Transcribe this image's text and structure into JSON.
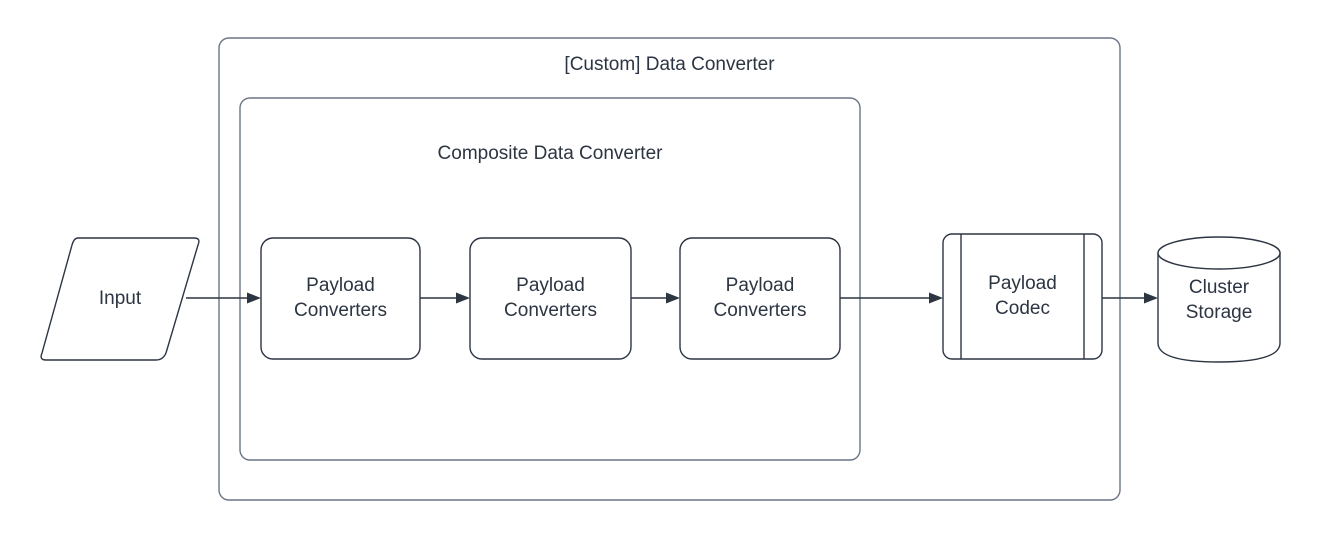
{
  "diagram": {
    "title": "[Custom] Data Converter",
    "background_color": "#ffffff",
    "stroke_color": "#2c3542",
    "container_stroke_color": "#6a7586",
    "text_color": "#2c3542",
    "containers": [
      {
        "name": "custom-data-converter",
        "label": "[Custom] Data Converter"
      },
      {
        "name": "composite-data-converter",
        "label": "Composite Data Converter"
      }
    ],
    "nodes": [
      {
        "name": "input",
        "label": "Input",
        "shape": "parallelogram"
      },
      {
        "name": "payload-converters-1",
        "label": "Payload\nConverters",
        "shape": "rounded-rect"
      },
      {
        "name": "payload-converters-2",
        "label": "Payload\nConverters",
        "shape": "rounded-rect"
      },
      {
        "name": "payload-converters-3",
        "label": "Payload\nConverters",
        "shape": "rounded-rect"
      },
      {
        "name": "payload-codec",
        "label": "Payload\nCodec",
        "shape": "process"
      },
      {
        "name": "cluster-storage",
        "label": "Cluster\nStorage",
        "shape": "cylinder"
      }
    ],
    "edges": [
      {
        "name": "edge-input-to-converters-1",
        "from": "input",
        "to": "payload-converters-1"
      },
      {
        "name": "edge-converters-1-to-2",
        "from": "payload-converters-1",
        "to": "payload-converters-2"
      },
      {
        "name": "edge-converters-2-to-3",
        "from": "payload-converters-2",
        "to": "payload-converters-3"
      },
      {
        "name": "edge-converters-3-to-codec",
        "from": "payload-converters-3",
        "to": "payload-codec"
      },
      {
        "name": "edge-codec-to-storage",
        "from": "payload-codec",
        "to": "cluster-storage"
      }
    ]
  }
}
